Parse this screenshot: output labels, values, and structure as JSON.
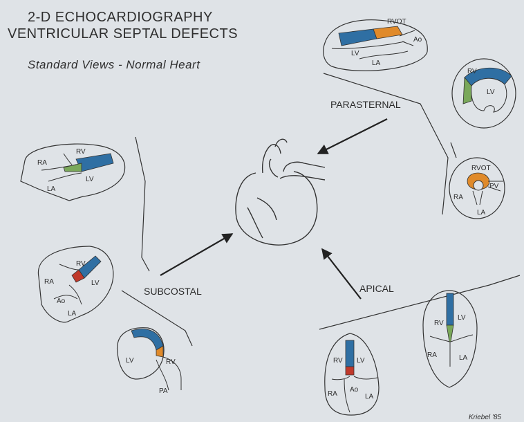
{
  "title": {
    "line1": "2-D ECHOCARDIOGRAPHY",
    "line2": "VENTRICULAR SEPTAL DEFECTS",
    "subtitle": "Standard Views - Normal Heart"
  },
  "groups": {
    "parasternal": "PARASTERNAL",
    "subcostal": "SUBCOSTAL",
    "apical": "APICAL"
  },
  "labels": {
    "p1_rvot": "RVOT",
    "p1_ao": "Ao",
    "p1_lv": "LV",
    "p1_la": "LA",
    "p2_rv": "RV",
    "p2_lv": "LV",
    "p3_rvot": "RVOT",
    "p3_pv": "PV",
    "p3_ra": "RA",
    "p3_la": "LA",
    "s1_ra": "RA",
    "s1_rv": "RV",
    "s1_lv": "LV",
    "s1_la": "LA",
    "s2_rv": "RV",
    "s2_ra": "RA",
    "s2_lv": "LV",
    "s2_ao": "Ao",
    "s2_la": "LA",
    "s3_lv": "LV",
    "s3_rv": "RV",
    "s3_pa": "PA",
    "a1_rv": "RV",
    "a1_lv": "LV",
    "a1_ra": "RA",
    "a1_ao": "Ao",
    "a1_la": "LA",
    "a2_rv": "RV",
    "a2_lv": "LV",
    "a2_ra": "RA",
    "a2_la": "LA"
  },
  "signature": "Kriebel '85",
  "colors": {
    "blue": "#2f6fa3",
    "orange": "#e08a2a",
    "green": "#7aa85a",
    "red": "#c0392b",
    "line": "#333333"
  }
}
